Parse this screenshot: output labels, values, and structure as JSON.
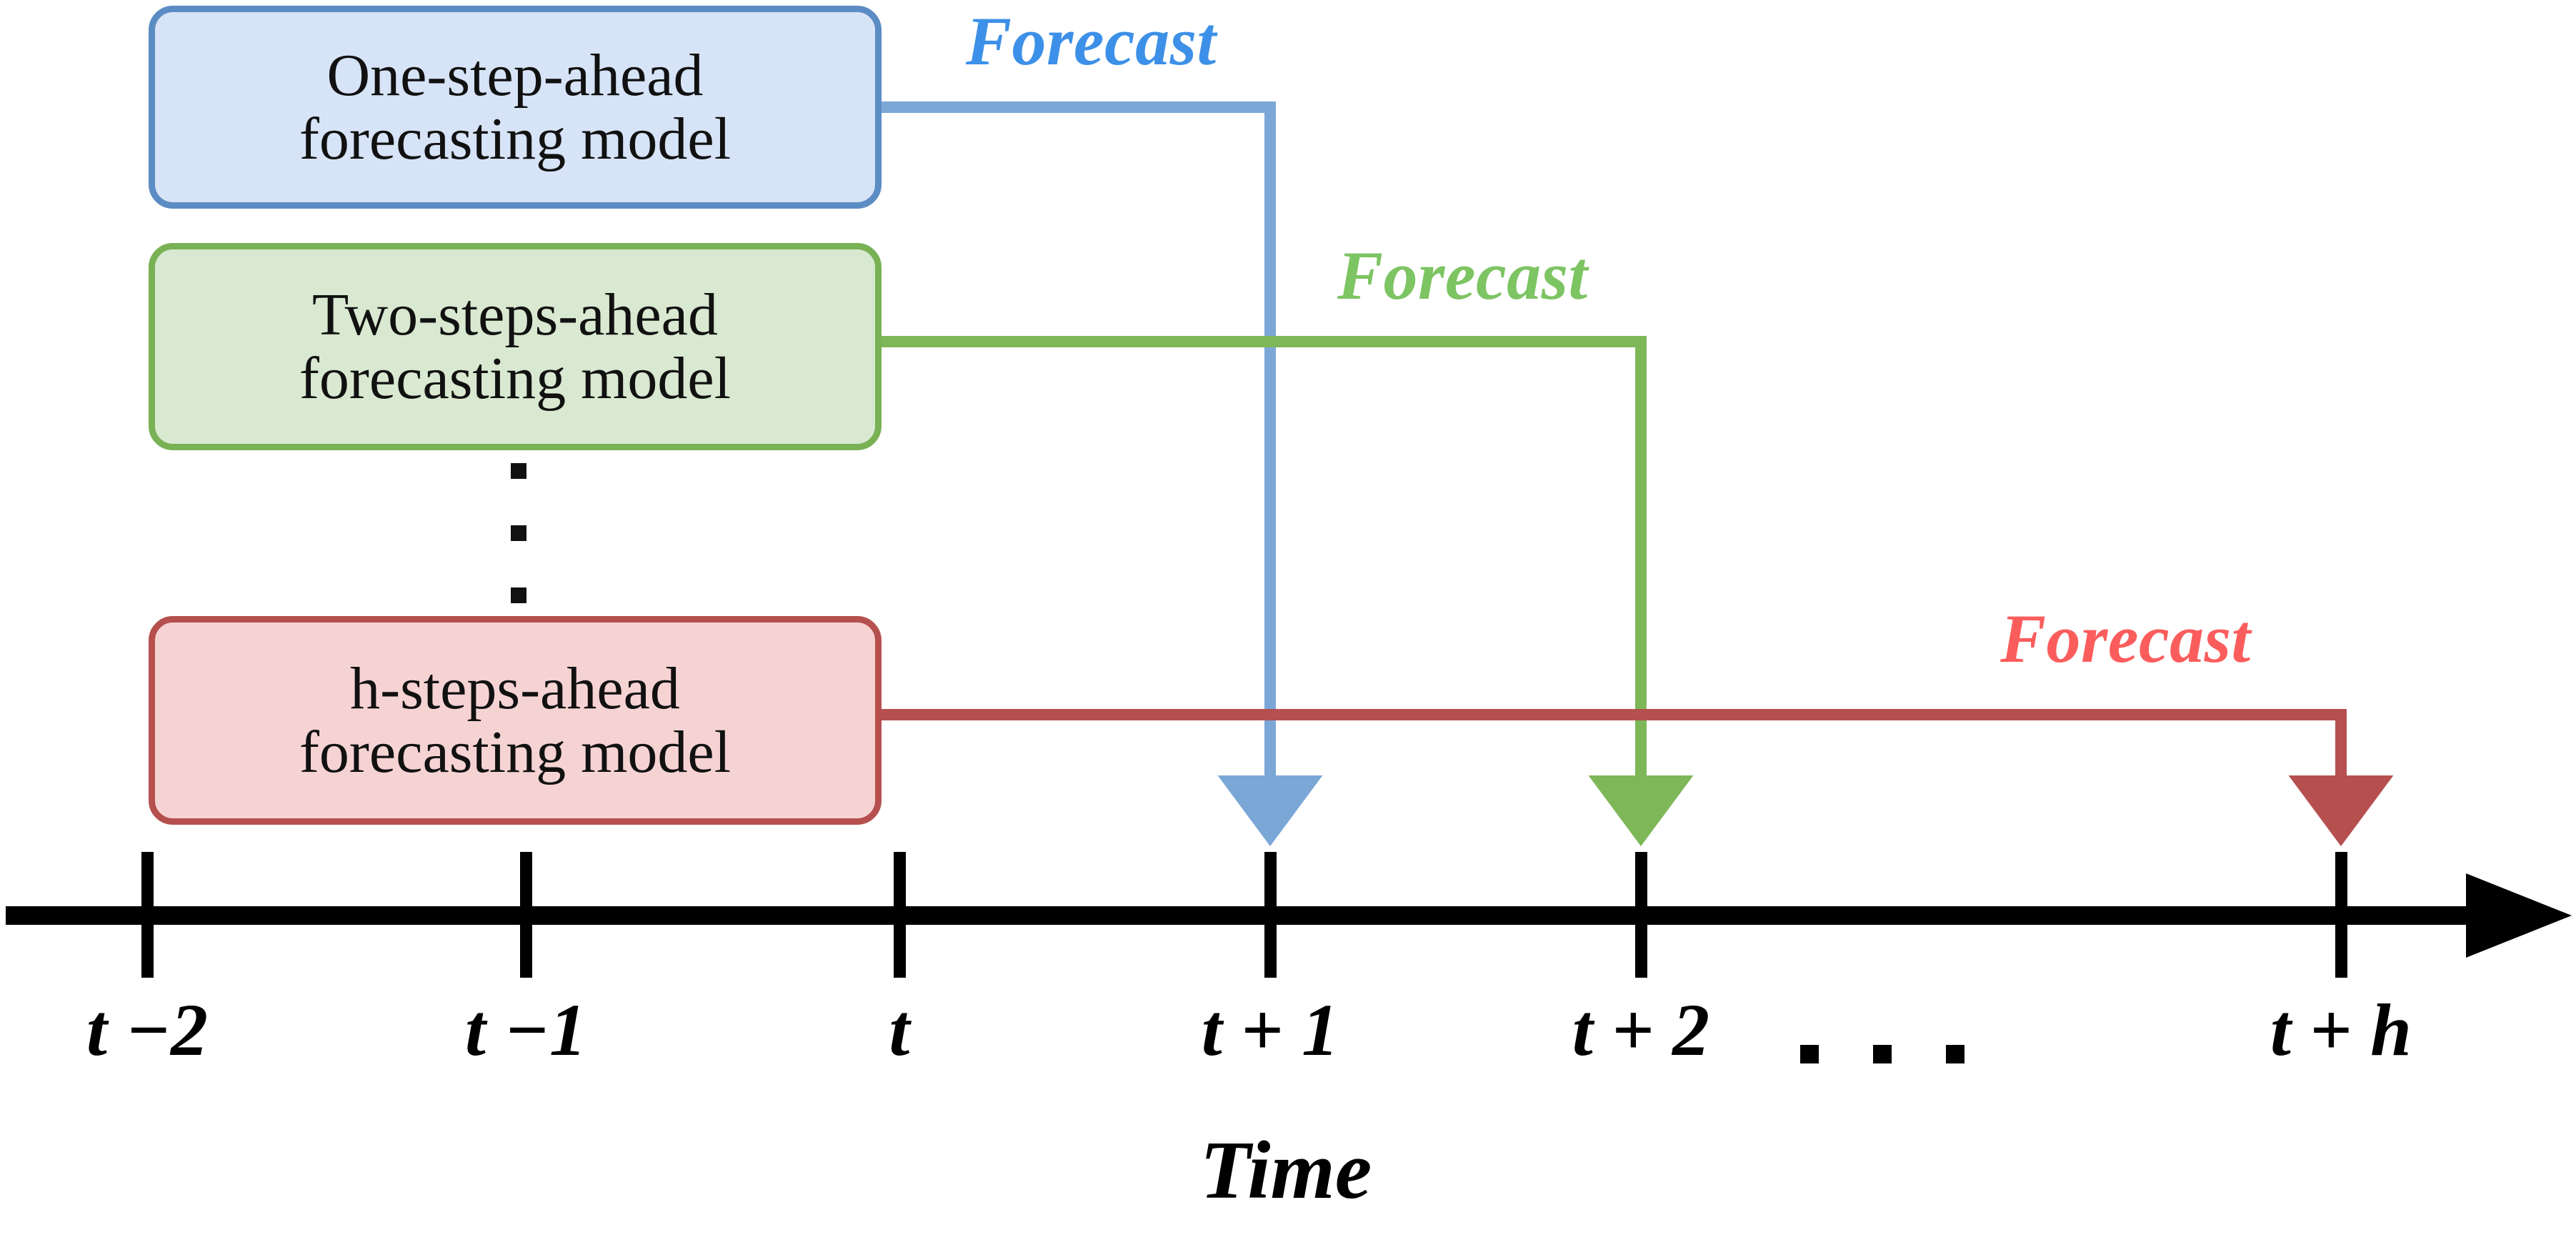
{
  "diagram": {
    "title_axis": "Time",
    "models": [
      {
        "id": "one-step",
        "line1": "One-step-ahead",
        "line2": "forecasting model",
        "fill": "#d7e3f6",
        "border": "#5b8cc4",
        "wire": "#7ba7d7",
        "forecast_label": "Forecast",
        "forecast_color": "#3d90e8",
        "target_tick": "t + 1"
      },
      {
        "id": "two-steps",
        "line1": "Two-steps-ahead",
        "line2": "forecasting model",
        "fill": "#d9e9d1",
        "border": "#79b155",
        "wire": "#7db757",
        "forecast_label": "Forecast",
        "forecast_color": "#7dc462",
        "target_tick": "t + 2"
      },
      {
        "id": "h-steps",
        "line1": "h-steps-ahead",
        "line2": "forecasting model",
        "fill": "#f6d3d3",
        "border": "#b5504f",
        "wire": "#b5504f",
        "forecast_label": "Forecast",
        "forecast_color": "#fb5d5d",
        "target_tick": "t + h"
      }
    ],
    "vertical_ellipsis": "⋮",
    "axis": {
      "ticks": [
        {
          "label": "t −2"
        },
        {
          "label": "t −1"
        },
        {
          "label": "t"
        },
        {
          "label": "t + 1"
        },
        {
          "label": "t + 2"
        },
        {
          "label": "t + h"
        }
      ],
      "gap_marker": "...",
      "arrow_direction": "right"
    }
  }
}
